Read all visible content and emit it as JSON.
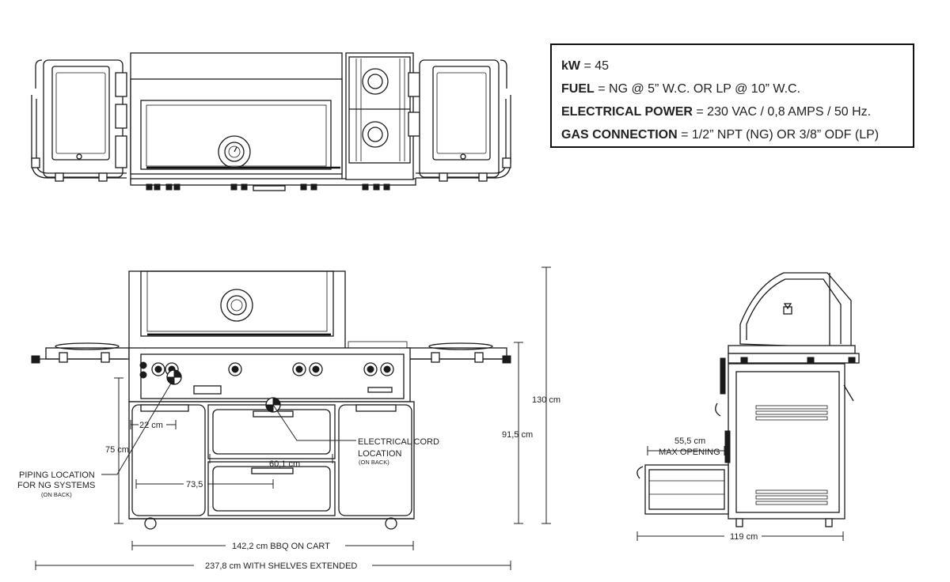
{
  "specs": [
    {
      "key": "kW",
      "value": " = 45"
    },
    {
      "key": "FUEL",
      "value": " = NG @ 5” W.C. OR LP @ 10” W.C."
    },
    {
      "key": "ELECTRICAL POWER",
      "value": " = 230 VAC / 0,8 AMPS / 50 Hz."
    },
    {
      "key": "GAS CONNECTION",
      "value": " = 1/2” NPT (NG) OR 3/8” ODF (LP)"
    }
  ],
  "dimensions": {
    "height_total": "130 cm",
    "height_counter": "91,5 cm",
    "height_piping": "75 cm",
    "piping_offset": "22 cm",
    "cord_offset": "60,1 cm",
    "inner_width": "73,5",
    "width_cart": "142,2 cm BBQ ON CART",
    "width_shelves": "237,8 cm WITH SHELVES EXTENDED",
    "side_depth": "119 cm",
    "drawer_opening": "55,5 cm",
    "drawer_opening_label": "MAX OPENING"
  },
  "callouts": {
    "piping_line1": "PIPING LOCATION",
    "piping_line2": "FOR NG SYSTEMS",
    "piping_note": "(ON BACK)",
    "cord_line1": "ELECTRICAL CORD",
    "cord_line2": "LOCATION",
    "cord_note": "(ON BACK)"
  }
}
